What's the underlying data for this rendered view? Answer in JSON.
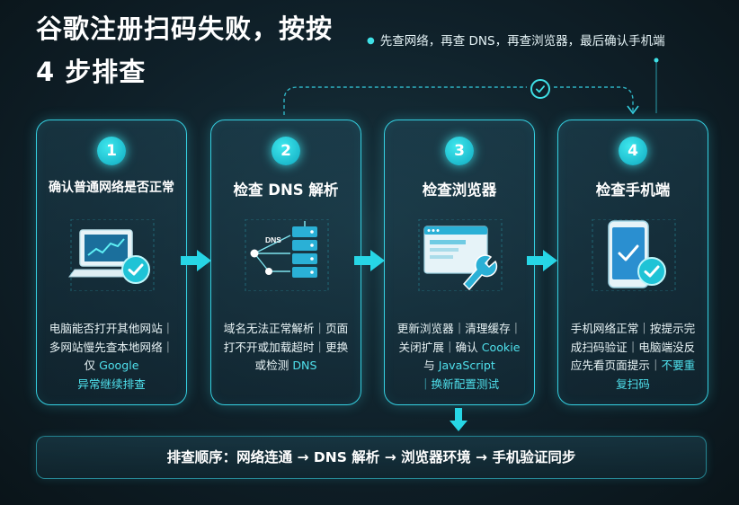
{
  "header": {
    "title": "谷歌注册扫码失败，按按 4 步排查",
    "subtitle": "先查网络，再查 DNS，再查浏览器，最后确认手机端"
  },
  "steps": [
    {
      "number": "1",
      "title": "确认普通网络是否正常",
      "icon": "laptop-check-icon",
      "text_parts": [
        {
          "t": "电脑能否打开其他网站｜多网站慢先查本地网络｜仅 "
        },
        {
          "t": "Google",
          "hl": true
        },
        {
          "t": "异常继续排查",
          "hl": true
        }
      ]
    },
    {
      "number": "2",
      "title": "检查 DNS 解析",
      "icon": "dns-server-icon",
      "icon_label": "DNS",
      "text_parts": [
        {
          "t": "域名无法正常解析｜页面打不开或加载超时｜更换或检测 "
        },
        {
          "t": "DNS",
          "hl": true
        }
      ]
    },
    {
      "number": "3",
      "title": "检查浏览器",
      "icon": "browser-wrench-icon",
      "text_parts": [
        {
          "t": "更新浏览器｜清理缓存｜关闭扩展｜确认 "
        },
        {
          "t": "Cookie",
          "hl": true
        },
        {
          "t": " 与 "
        },
        {
          "t": "JavaScript",
          "hl": true
        },
        {
          "t": "｜换新配置测试",
          "hl": true
        }
      ]
    },
    {
      "number": "4",
      "title": "检查手机端",
      "icon": "phone-check-icon",
      "text_parts": [
        {
          "t": "手机网络正常｜按提示完成扫码验证｜电脑端没反应先看页面提示｜"
        },
        {
          "t": "不要重复扫码",
          "hl": true
        }
      ]
    }
  ],
  "summary": "排查顺序：网络连通 → DNS 解析 → 浏览器环境 → 手机验证同步",
  "colors": {
    "accent": "#35cfe0",
    "highlight": "#4fe0ec",
    "background": "#0f2029"
  }
}
